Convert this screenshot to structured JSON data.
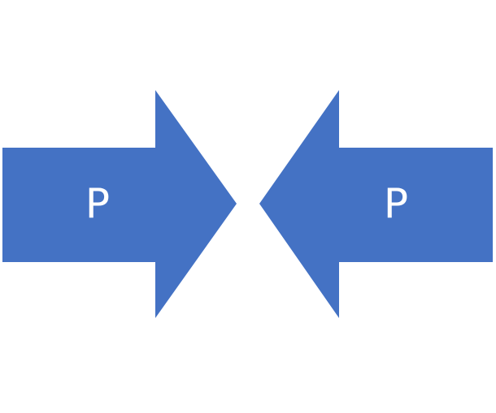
{
  "diagram": {
    "arrow_color": "#4472C4",
    "label_color": "#FFFFFF",
    "arrows": [
      {
        "direction": "right",
        "label": "P"
      },
      {
        "direction": "left",
        "label": "P"
      }
    ]
  }
}
